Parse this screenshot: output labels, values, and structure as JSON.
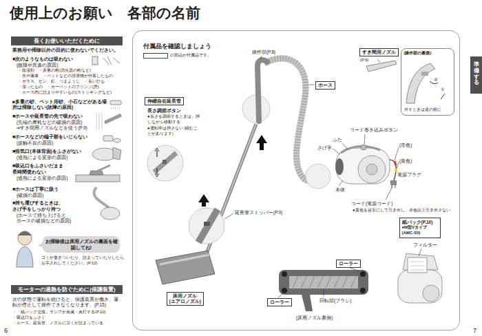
{
  "diagram": {
    "title": "使用上のお願い　各部の名前",
    "nodes": [
      {
        "text": [
          "長くお使いいただくために"
        ]
      },
      {
        "text": [
          "お掃除後は床用ノズルの裏面を確認してね!"
        ]
      },
      {
        "text": [
          "モーターの過熱を防ぐために(保護装置)"
        ]
      },
      {
        "text": [
          "付属品を確認しましょう"
        ]
      },
      {
        "text": [
          "すき間用ノズル"
        ],
        "in": 3
      },
      {
        "text": [
          "(操作部の裏側)"
        ],
        "in": 3
      },
      {
        "text": [
          "ホース"
        ],
        "in": 3
      },
      {
        "text": [
          "伸縮自在延長管"
        ],
        "in": 3
      },
      {
        "text": [
          "紙パック(P.10)",
          "●M型Vタイプ (AMC-S5)"
        ],
        "in": 3
      },
      {
        "text": [
          "ローラー"
        ],
        "in": 3
      },
      {
        "text": [
          "ローラー"
        ],
        "in": 3
      },
      {
        "text": [
          "床用ノズル",
          "(エアロノズル)"
        ],
        "in": 3
      },
      {
        "text": [
          "準備する"
        ]
      }
    ],
    "labels": [
      "業務用や掃除以外の目的に使わないでください。",
      "■次のようなものは吸わない",
      "(故障や異臭の原因)",
      "・除湿剤　・多量の粉(消火器の粉など)",
      "・水や液体　・ペットなどの排泄物が付着したもの",
      "・ガラス、ピン、釘、つまようじ　・長いひも",
      "・湿ったもの　・カーペットのフリンジ(房)",
      "・ホース内に詰まりやすいもの(ストッキングなど)",
      "■多量の砂、ペット用砂、小石などがある場所は掃除しない(故障の原因)",
      "■ホースや延長管の先で吸わない",
      "(先端の摩耗などの破損の原因)",
      "⇒すき間用ノズルなどを使う(P.9)",
      "■ホースなどの端子部をいじらない",
      "(接触不良の原因)",
      "■排気口(本体背面)をふさがない",
      "(過熱による変形の原因)",
      "■吸込口をふさいだまま長時間使わない",
      "(過熱による変形の原因)",
      "■ホースは丁寧に扱う",
      "(破損の原因)",
      "■持ち運びするときは、さげ手をしっかり持つ",
      "(ホースで持ち上げると、ホースの破損などの原因)",
      "ゴミが巻きついたり、詰まっていたりしたらお手入れしてください。(P.12)",
      "次の状態で運転を続けると、保護装置が働き、運転が停止して操作できなくなります。(P.15)",
      "・「紙パック交換」ランプが点滅・点灯する(P.10)",
      "・吸込口をふさぐ",
      "・ホース、延長管、ノズルにゴミが詰まっている",
      "6",
      "7",
      "操作部(P.8)",
      "(P.9)",
      "①",
      "②",
      "外すときは逆の順に",
      "長さ調節ボタン",
      "●長さを調節するときは、押しながら移動する",
      "●運転中は押さない (縮むことがあります)",
      "コード巻き込みボタン",
      "ふた",
      "さげ手",
      "(赤色)",
      "(黄色)",
      "電源プラグ",
      "本体",
      "コード(電源コード)",
      "●黄色を目安にして引き出し、赤色以上引き出さない",
      "延長管ストッパー(P.9)",
      "フィルター",
      "回転部(ブラシ)",
      "(床用ノズル裏側)"
    ],
    "legend": [
      {
        "text": "の部品が付属品です。",
        "color": "#ffffff"
      }
    ]
  }
}
